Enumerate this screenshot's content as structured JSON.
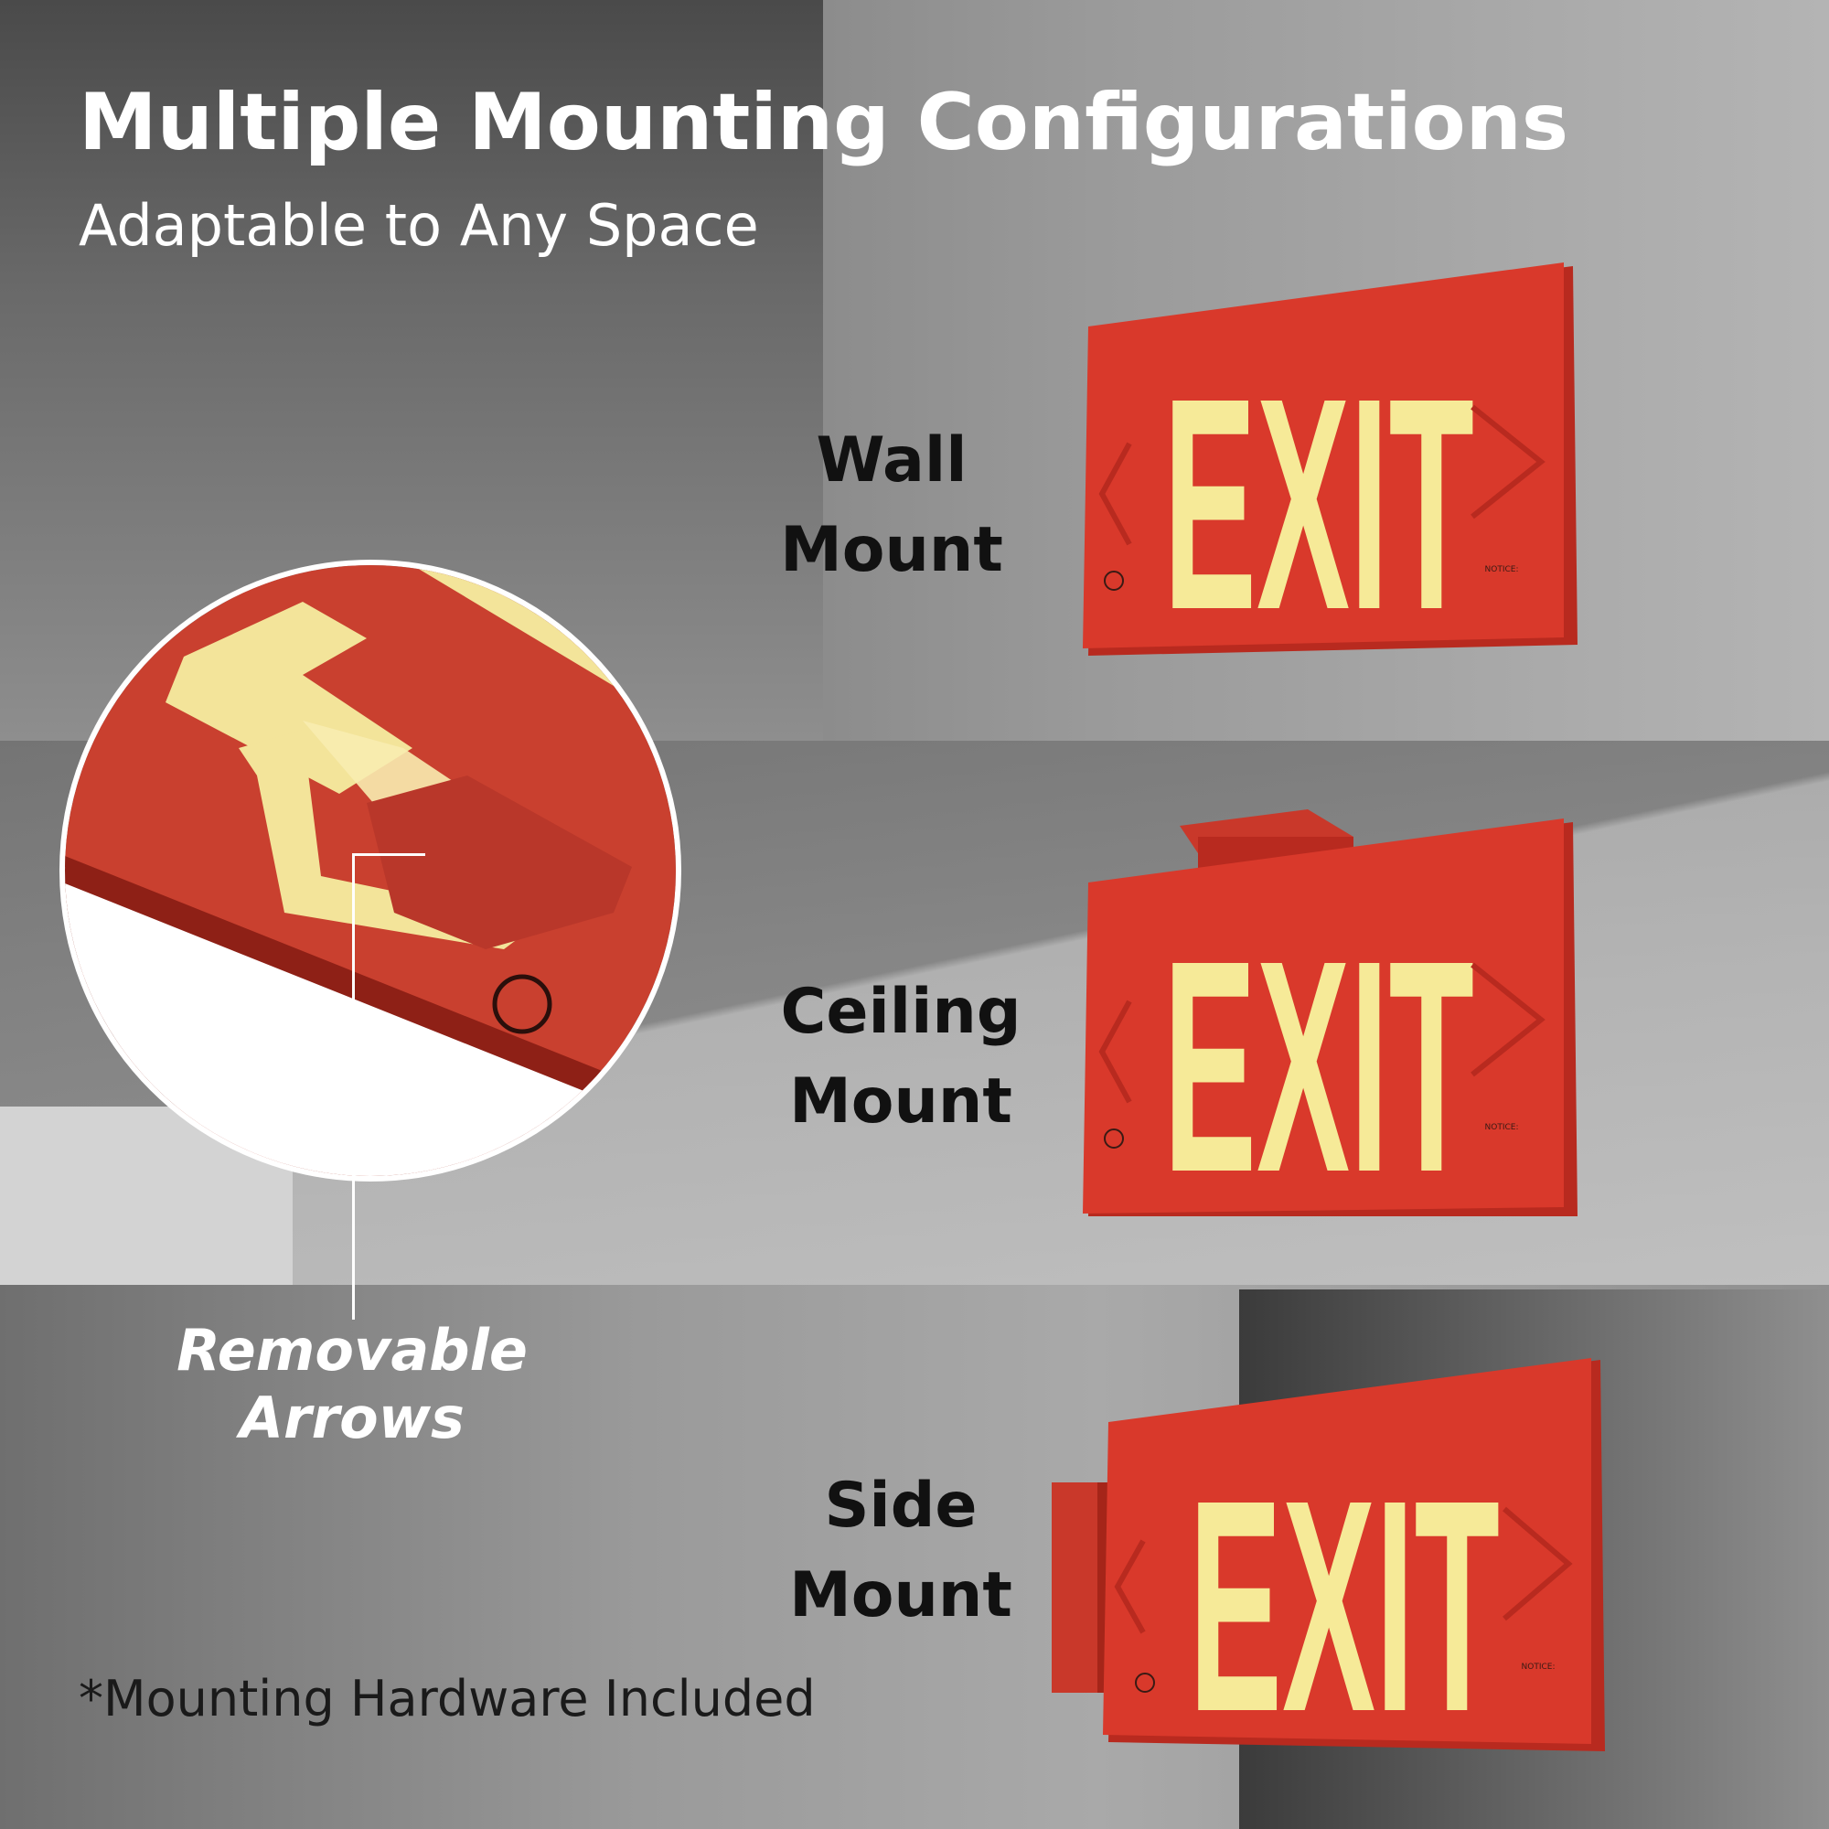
{
  "header": {
    "title": "Multiple Mounting Configurations",
    "subtitle": "Adaptable to Any Space"
  },
  "mounts": [
    {
      "line1": "Wall",
      "line2": "Mount"
    },
    {
      "line1": "Ceiling",
      "line2": "Mount"
    },
    {
      "line1": "Side",
      "line2": "Mount"
    }
  ],
  "sign": {
    "word": "EXIT",
    "notice_title": "NOTICE:",
    "colors": {
      "body": "#d9392b",
      "edge": "#b82a1f",
      "letters": "#f6ea98"
    }
  },
  "callout": {
    "line1": "Removable",
    "line2": "Arrows"
  },
  "footnote": "*Mounting Hardware Included"
}
